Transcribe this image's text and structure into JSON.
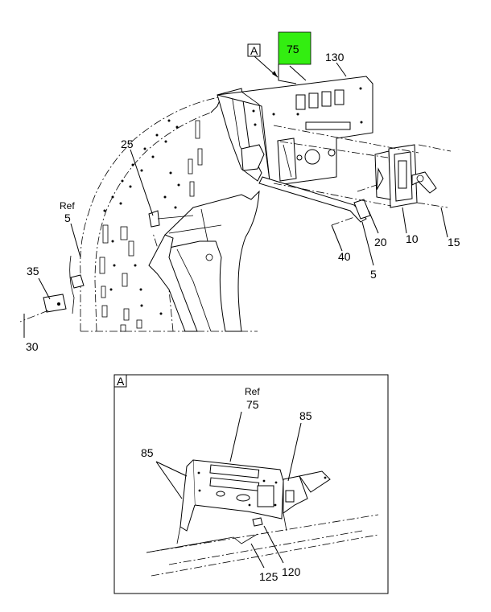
{
  "callout_box_label": "A",
  "highlight_color": "#33ee11",
  "highlighted_part": "75",
  "main_view": {
    "callouts": [
      "75",
      "130",
      "25",
      "Ref",
      "5",
      "35",
      "30",
      "20",
      "10",
      "15",
      "40",
      "5"
    ]
  },
  "detail_view": {
    "label": "A",
    "callouts": [
      "Ref",
      "75",
      "85",
      "85",
      "125",
      "120"
    ]
  }
}
